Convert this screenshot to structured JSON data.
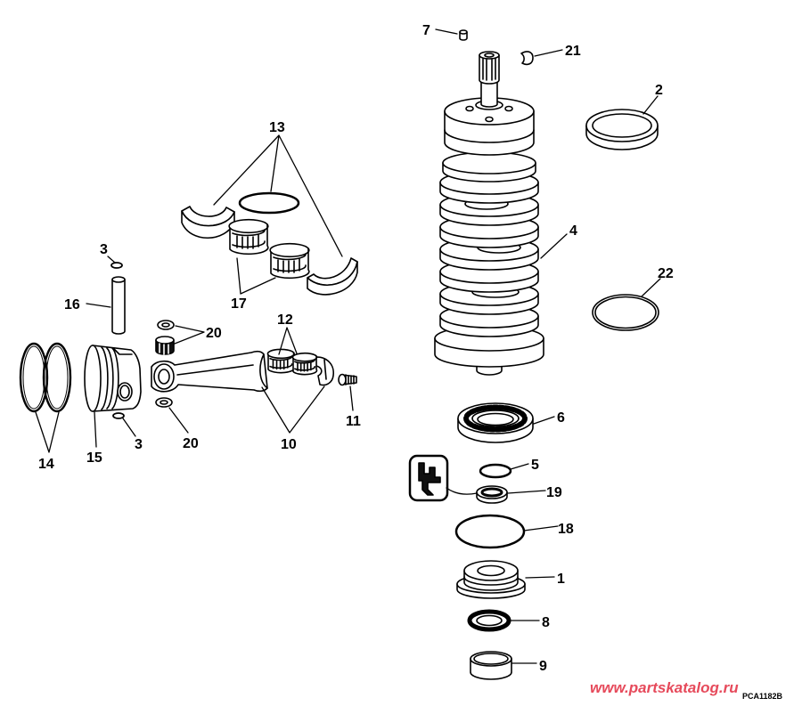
{
  "diagram": {
    "labels": [
      "7",
      "21",
      "2",
      "13",
      "4",
      "3",
      "22",
      "16",
      "17",
      "12",
      "20",
      "11",
      "6",
      "14",
      "15",
      "3",
      "20",
      "10",
      "5",
      "19",
      "18",
      "1",
      "8",
      "9"
    ],
    "watermark": "www.partskatalog.ru",
    "code": "PCA1182B",
    "colors": {
      "line": "#000000",
      "background": "#ffffff",
      "watermark": "#e64a5b"
    }
  }
}
